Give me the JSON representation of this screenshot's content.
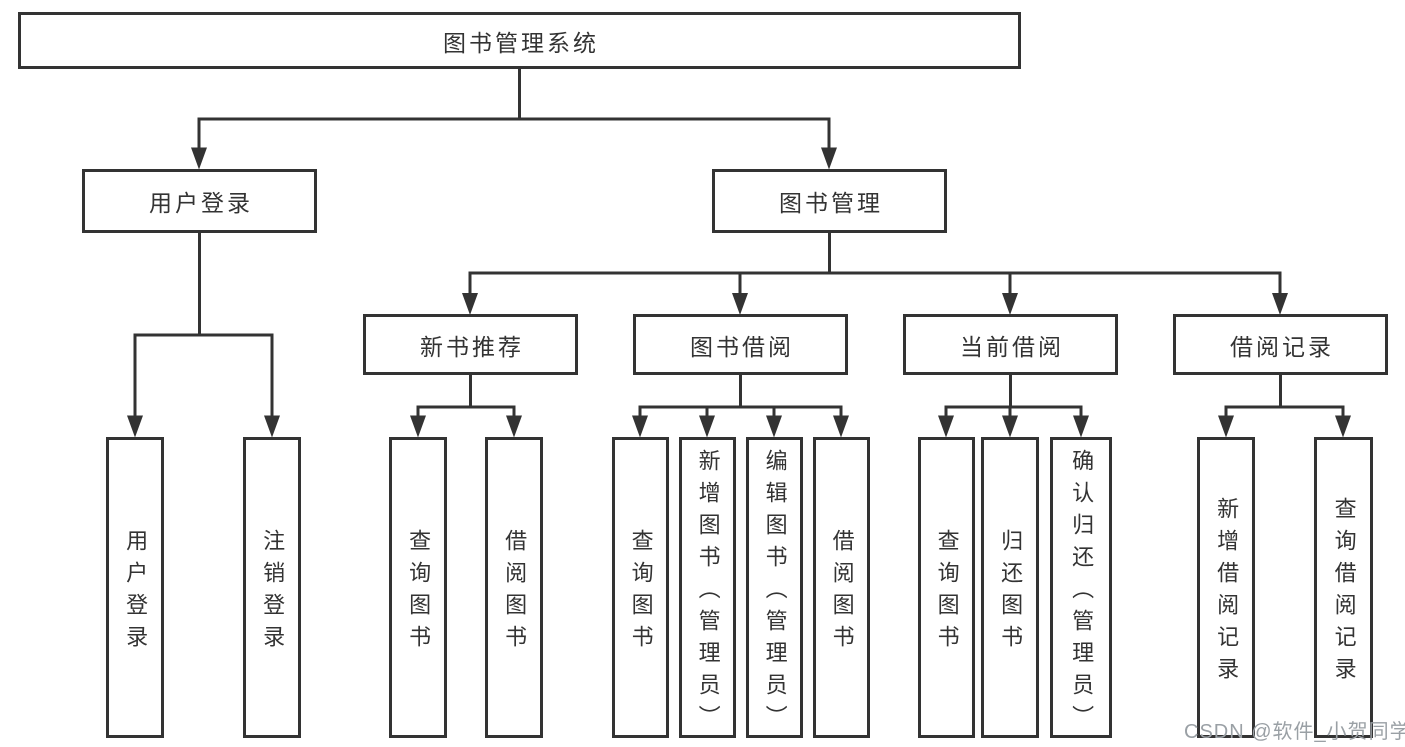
{
  "diagram_type": "hierarchy-tree",
  "colors": {
    "line": "#333333",
    "box_border": "#333333",
    "text": "#333333",
    "background": "#ffffff",
    "watermark": "#9aa0a5"
  },
  "watermark": "CSDN @软件_小贺同学",
  "tree": {
    "label": "图书管理系统",
    "children": [
      {
        "label": "用户登录",
        "children": [
          {
            "label": "用户登录"
          },
          {
            "label": "注销登录"
          }
        ]
      },
      {
        "label": "图书管理",
        "children": [
          {
            "label": "新书推荐",
            "children": [
              {
                "label": "查询图书"
              },
              {
                "label": "借阅图书"
              }
            ]
          },
          {
            "label": "图书借阅",
            "children": [
              {
                "label": "查询图书"
              },
              {
                "label": "新增图书（管理员）"
              },
              {
                "label": "编辑图书（管理员）"
              },
              {
                "label": "借阅图书"
              }
            ]
          },
          {
            "label": "当前借阅",
            "children": [
              {
                "label": "查询图书"
              },
              {
                "label": "归还图书"
              },
              {
                "label": "确认归还（管理员）"
              }
            ]
          },
          {
            "label": "借阅记录",
            "children": [
              {
                "label": "新增借阅记录"
              },
              {
                "label": "查询借阅记录"
              }
            ]
          }
        ]
      }
    ]
  }
}
